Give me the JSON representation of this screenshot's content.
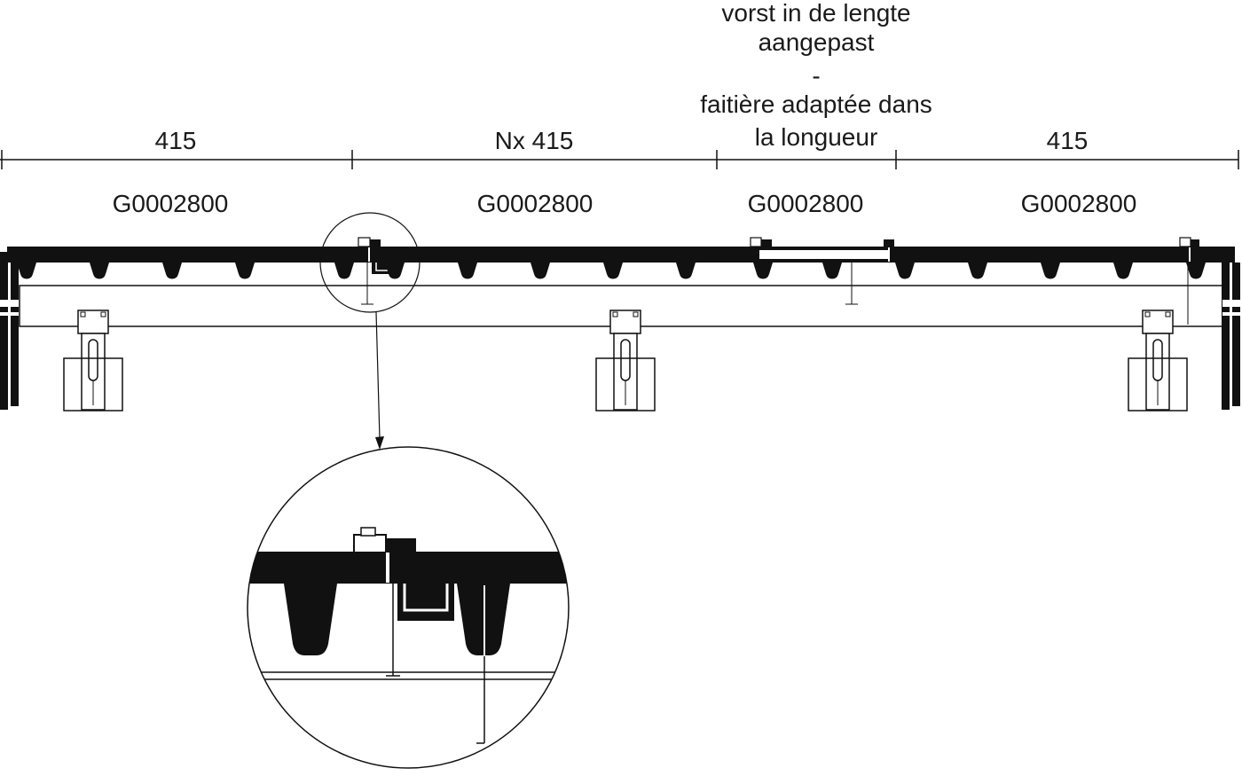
{
  "title_block": {
    "line1": "vorst in de lengte",
    "line2": "aangepast",
    "line3": "-",
    "line4": "faitière adaptée dans",
    "line5": "la longueur"
  },
  "dimensions": {
    "segment1": "415",
    "segment2": "Nx 415",
    "segment3": "415"
  },
  "part_labels": [
    "G0002800",
    "G0002800",
    "G0002800",
    "G0002800"
  ],
  "colors": {
    "ink": "#111111",
    "background": "#ffffff"
  }
}
